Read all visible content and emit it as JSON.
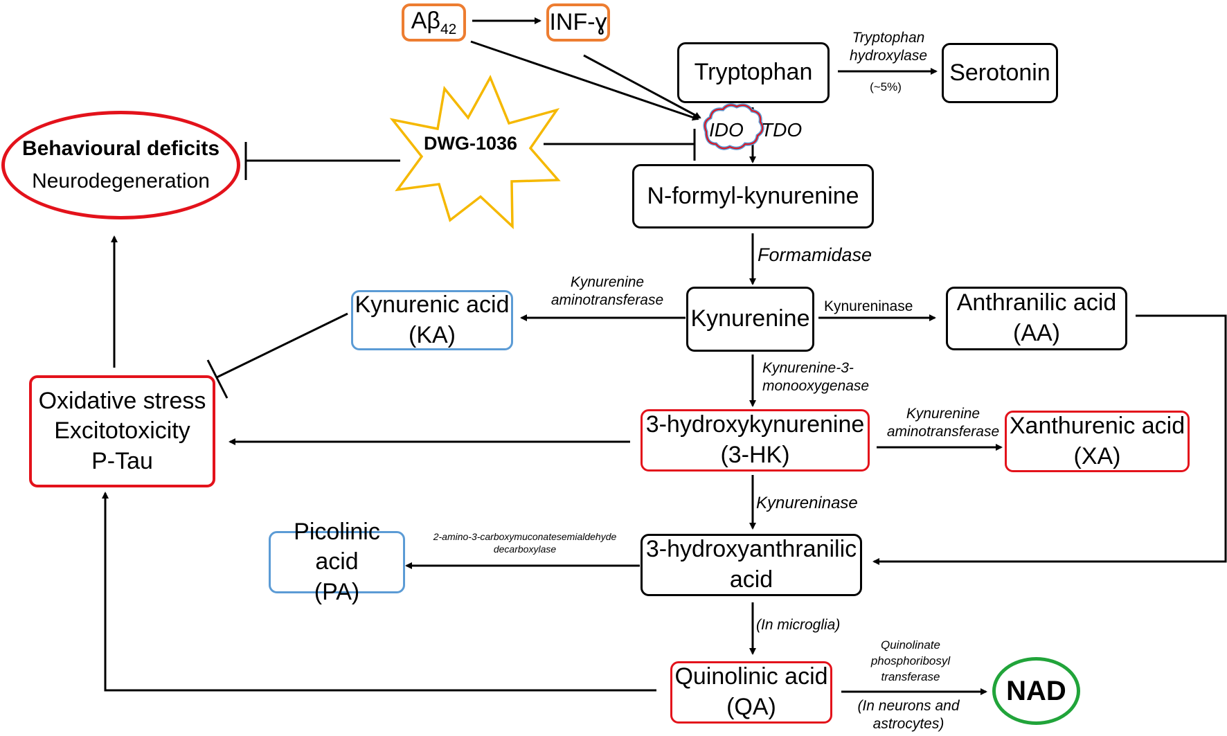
{
  "nodes": {
    "abeta": {
      "main": "Aβ",
      "sub": "42"
    },
    "infg": "INF-ɣ",
    "tryptophan": "Tryptophan",
    "serotonin": "Serotonin",
    "nfk": "N-formyl-kynurenine",
    "kynurenine": "Kynurenine",
    "ka": [
      "Kynurenic acid",
      "(KA)"
    ],
    "aa": [
      "Anthranilic acid",
      "(AA)"
    ],
    "hk": [
      "3-hydroxykynurenine",
      "(3-HK)"
    ],
    "xa": [
      "Xanthurenic acid",
      "(XA)"
    ],
    "ox": [
      "Oxidative stress",
      "Excitotoxicity",
      "P-Tau"
    ],
    "haa": [
      "3-hydroxyanthranilic",
      "acid"
    ],
    "pa": [
      "Picolinic acid",
      "(PA)"
    ],
    "qa": [
      "Quinolinic acid",
      "(QA)"
    ],
    "nad": "NAD",
    "deficits": {
      "bold": "Behavioural deficits",
      "normal": "Neurodegeneration"
    },
    "drug": "DWG-1036"
  },
  "enzymes": {
    "ido": "IDO",
    "tdo": "TDO",
    "trp_hydroxylase": [
      "Tryptophan",
      "hydroxylase"
    ],
    "trp_pct": "(~5%)",
    "formamidase": "Formamidase",
    "kat_ka": [
      "Kynurenine",
      "aminotransferase"
    ],
    "kynureninase_aa": "Kynureninase",
    "kmo": [
      "Kynurenine-3-",
      "monooxygenase"
    ],
    "kat_xa": [
      "Kynurenine",
      "aminotransferase"
    ],
    "kynureninase_haa": "Kynureninase",
    "acmsd": [
      "2-amino-3-carboxymuconatesemialdehyde",
      "decarboxylase"
    ],
    "microglia": "(In microglia)",
    "qprt": [
      "Quinolinate",
      "phosphoribosyl",
      "transferase"
    ],
    "neurons": [
      "(In neurons and",
      "astrocytes)"
    ]
  },
  "colors": {
    "red": "#e3121b",
    "blue": "#5b9bd5",
    "orange": "#ed7d31",
    "green": "#21a43a",
    "burst_fill": "#ffffff",
    "burst_stroke": "#f5b800"
  }
}
